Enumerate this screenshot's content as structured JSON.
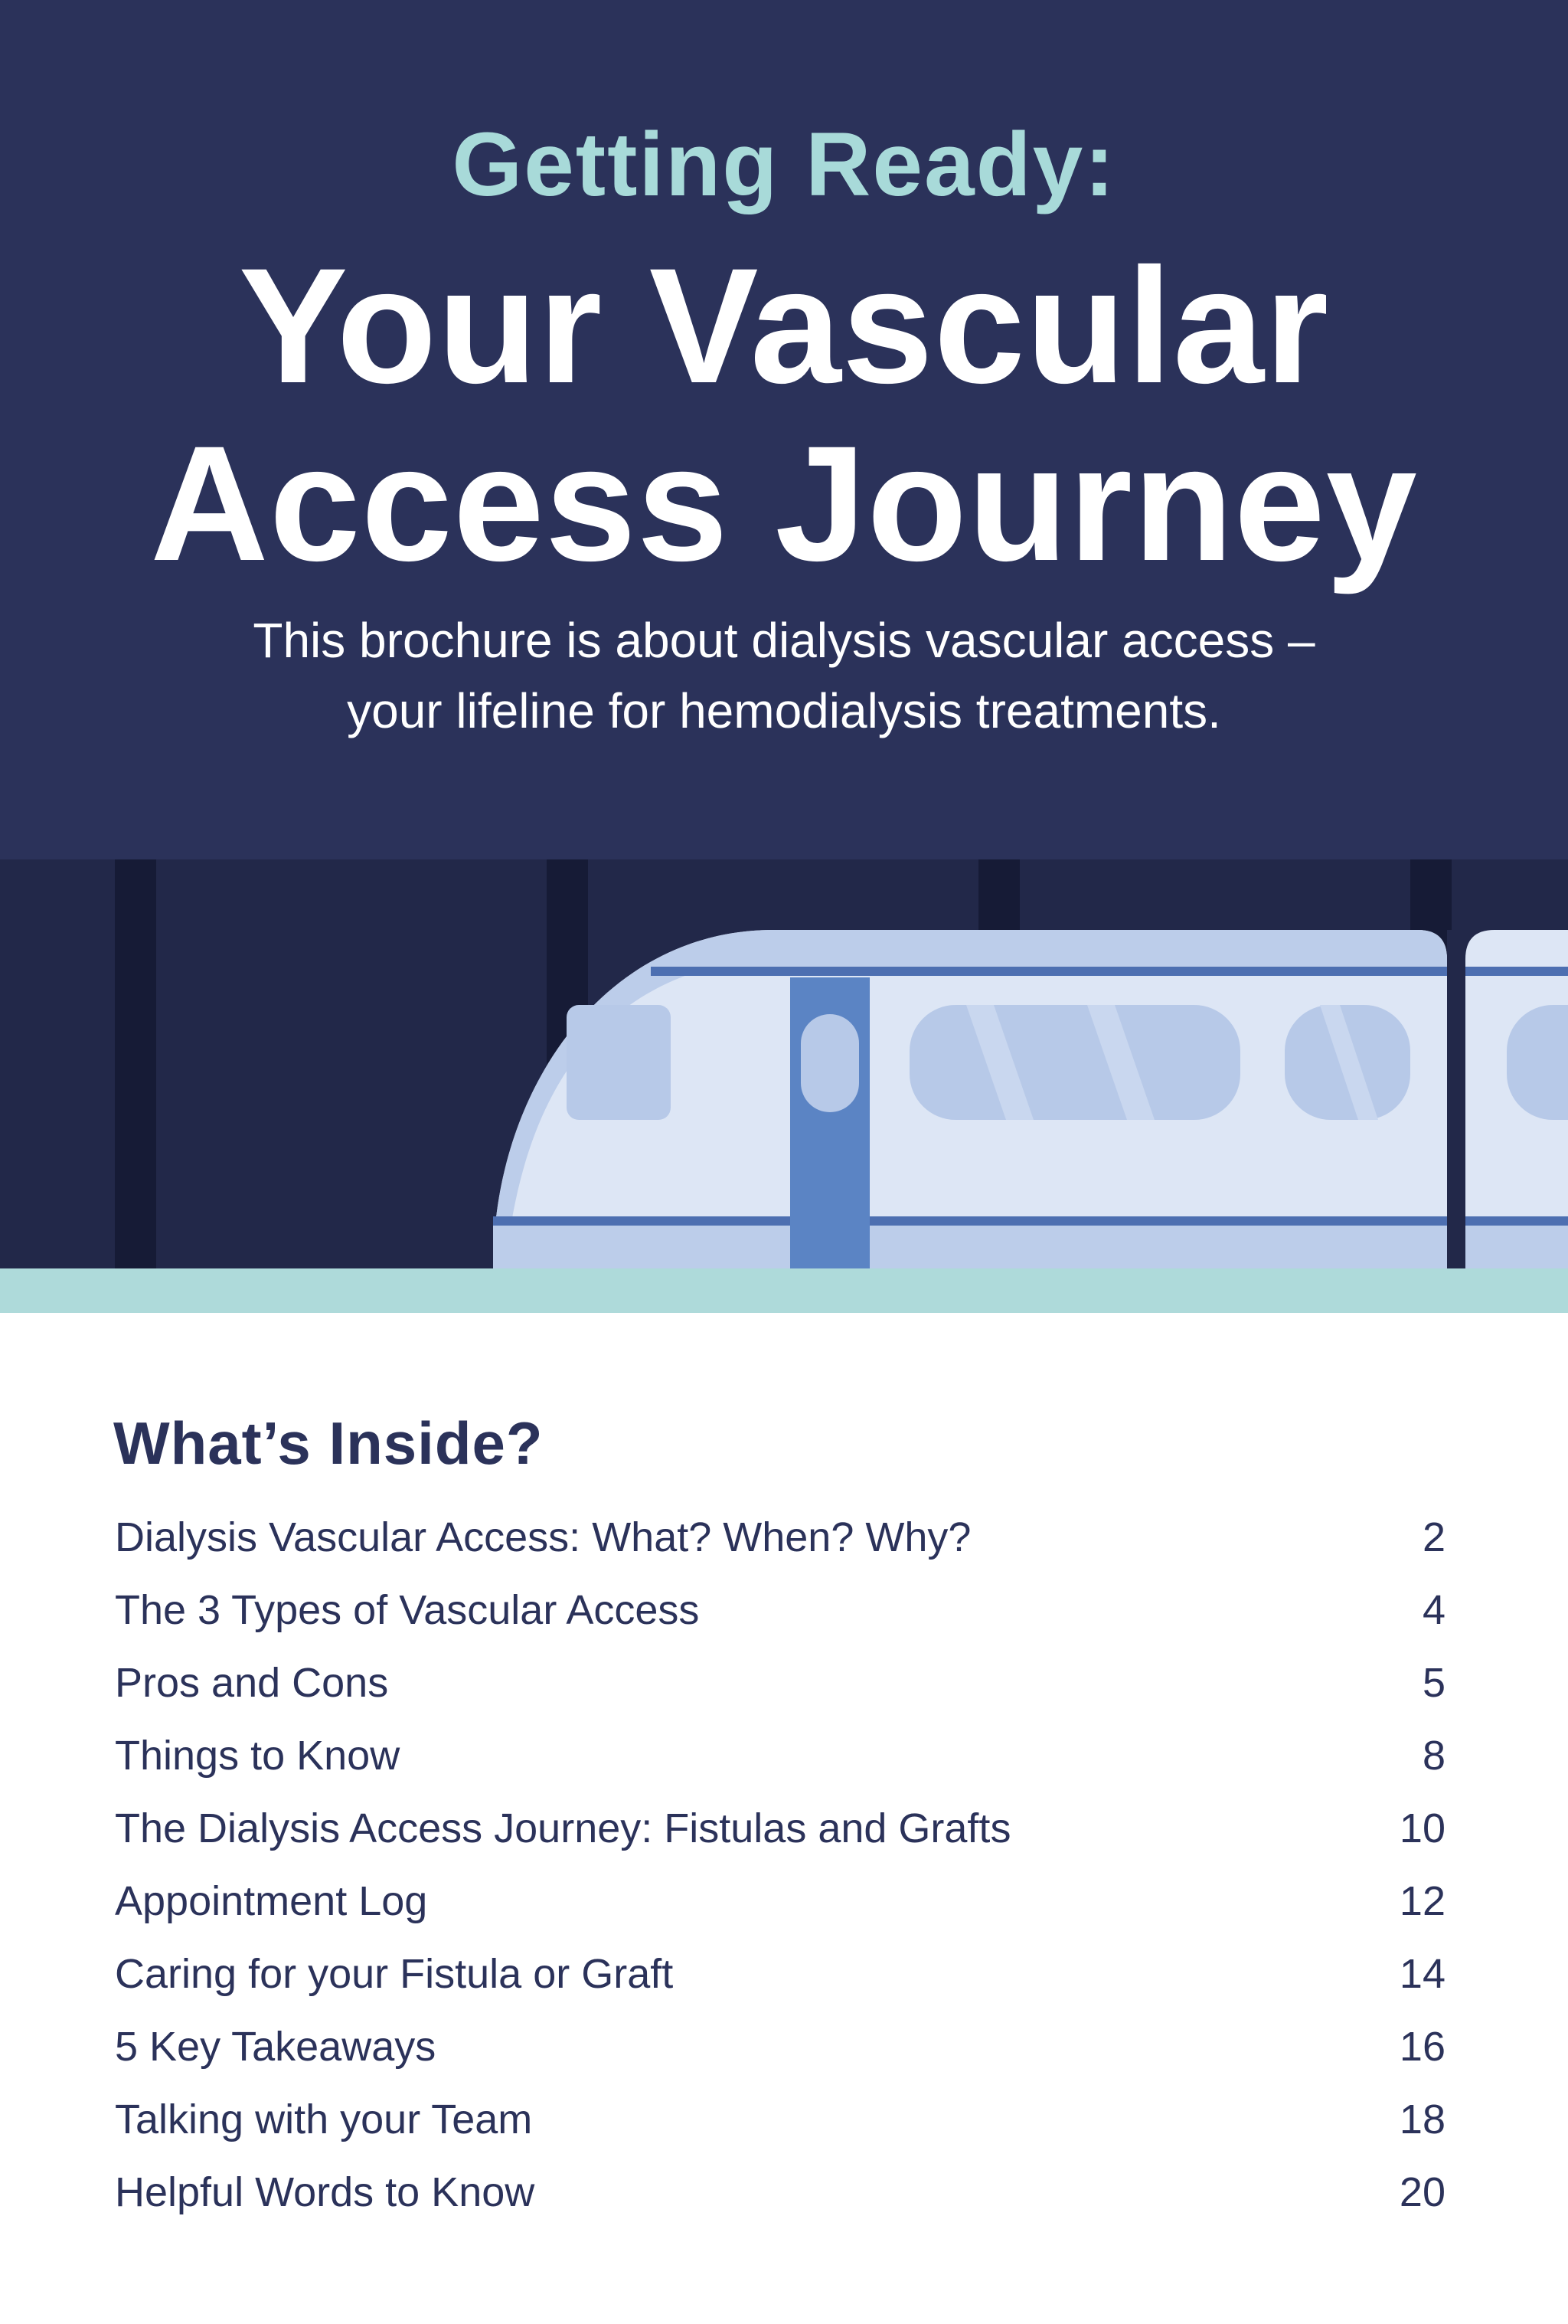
{
  "header": {
    "kicker": "Getting Ready:",
    "title_line1": "Your Vascular",
    "title_line2": "Access Journey",
    "subtitle_line1": "This brochure is about dialysis vascular access –",
    "subtitle_line2": "your lifeline for hemodialysis treatments."
  },
  "contents": {
    "heading": "What’s Inside?",
    "items": [
      {
        "title": "Dialysis Vascular Access: What? When? Why?",
        "page": "2"
      },
      {
        "title": "The 3 Types of Vascular Access",
        "page": "4"
      },
      {
        "title": "Pros and Cons",
        "page": "5"
      },
      {
        "title": "Things to Know",
        "page": "8"
      },
      {
        "title": "The Dialysis Access Journey: Fistulas and Grafts",
        "page": "10"
      },
      {
        "title": "Appointment Log",
        "page": "12"
      },
      {
        "title": "Caring for your Fistula or Graft",
        "page": "14"
      },
      {
        "title": "5 Key Takeaways",
        "page": "16"
      },
      {
        "title": "Talking with your Team",
        "page": "18"
      },
      {
        "title": "Helpful Words to Know",
        "page": "20"
      }
    ]
  },
  "colors": {
    "navy": "#2b325a",
    "band": "#222849",
    "teal": "#a8dad9",
    "train_body": "#dde6f5",
    "train_accent": "#5b84c4"
  },
  "icons": [
    "train-illustration"
  ]
}
